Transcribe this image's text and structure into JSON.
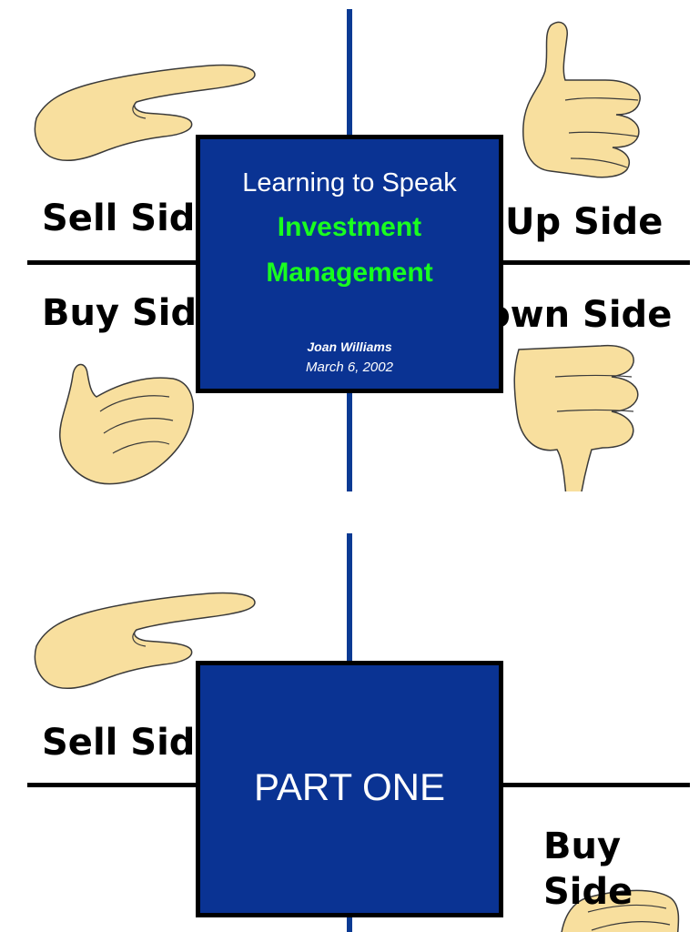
{
  "slide1": {
    "labels": {
      "sell_side": "Sell Side",
      "up_side": "Up Side",
      "buy_side": "Buy Side",
      "down_side": "Down Side"
    },
    "title_box": {
      "line1": "Learning to Speak",
      "line2": "Investment",
      "line3": "Management",
      "author": "Joan Williams",
      "date": "March 6, 2002"
    },
    "icons": [
      "pointing-hand-icon",
      "thumbs-up-icon",
      "beckoning-hand-icon",
      "thumbs-down-icon"
    ],
    "colors": {
      "box_blue": "#0a3393",
      "highlight_green": "#19ff1f",
      "hand_skin": "#f8df9e",
      "line_blue": "#0a3a93"
    }
  },
  "slide2": {
    "labels": {
      "sell_side": "Sell Side",
      "buy_side_line1": "Buy",
      "buy_side_line2": "Side"
    },
    "box": {
      "text": "PART ONE"
    }
  }
}
